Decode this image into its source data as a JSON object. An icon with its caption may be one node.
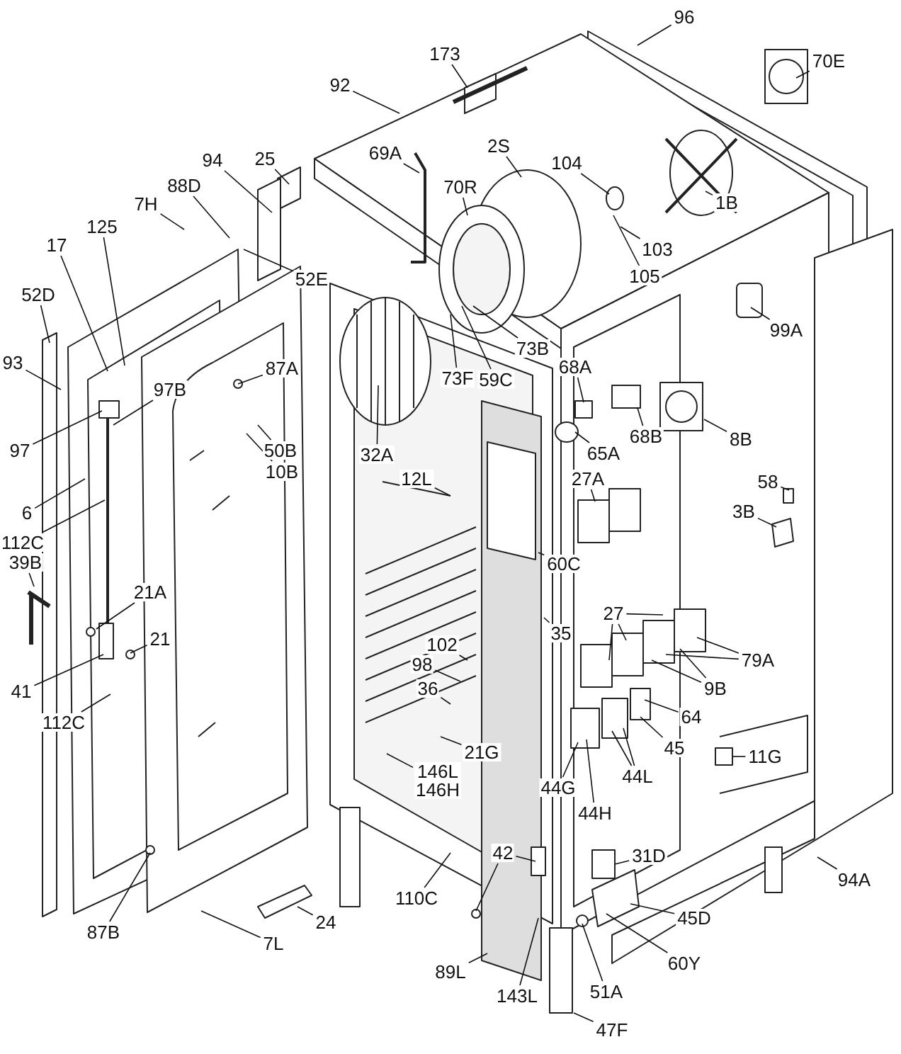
{
  "diagram": {
    "nodes": [
      {
        "text": [
          "96"
        ]
      },
      {
        "text": [
          "173"
        ]
      },
      {
        "text": [
          "70E"
        ]
      },
      {
        "text": [
          "92"
        ]
      },
      {
        "text": [
          "2S"
        ]
      },
      {
        "text": [
          "69A"
        ]
      },
      {
        "text": [
          "94"
        ]
      },
      {
        "text": [
          "25"
        ]
      },
      {
        "text": [
          "104"
        ]
      },
      {
        "text": [
          "70R"
        ]
      },
      {
        "text": [
          "88D"
        ]
      },
      {
        "text": [
          "1B"
        ]
      },
      {
        "text": [
          "7H"
        ]
      },
      {
        "text": [
          "125"
        ]
      },
      {
        "text": [
          "103"
        ]
      },
      {
        "text": [
          "17"
        ]
      },
      {
        "text": [
          "105"
        ]
      },
      {
        "text": [
          "52E"
        ]
      },
      {
        "text": [
          "52D"
        ]
      },
      {
        "text": [
          "99A"
        ]
      },
      {
        "text": [
          "73B"
        ]
      },
      {
        "text": [
          "93"
        ]
      },
      {
        "text": [
          "87A"
        ]
      },
      {
        "text": [
          "68A"
        ]
      },
      {
        "text": [
          "73F"
        ]
      },
      {
        "text": [
          "59C"
        ]
      },
      {
        "text": [
          "97B"
        ]
      },
      {
        "text": [
          "68B"
        ]
      },
      {
        "text": [
          "8B"
        ]
      },
      {
        "text": [
          "97"
        ]
      },
      {
        "text": [
          "50B"
        ]
      },
      {
        "text": [
          "65A"
        ]
      },
      {
        "text": [
          "32A"
        ]
      },
      {
        "text": [
          "10B"
        ]
      },
      {
        "text": [
          "12L"
        ]
      },
      {
        "text": [
          "27A"
        ]
      },
      {
        "text": [
          "58"
        ]
      },
      {
        "text": [
          "3B"
        ]
      },
      {
        "text": [
          "6"
        ]
      },
      {
        "text": [
          "112C"
        ]
      },
      {
        "text": [
          "39B"
        ]
      },
      {
        "text": [
          "60C"
        ]
      },
      {
        "text": [
          "21A"
        ]
      },
      {
        "text": [
          "27"
        ]
      },
      {
        "text": [
          "21"
        ]
      },
      {
        "text": [
          "35"
        ]
      },
      {
        "text": [
          "102"
        ]
      },
      {
        "text": [
          "98"
        ]
      },
      {
        "text": [
          "79A"
        ]
      },
      {
        "text": [
          "36"
        ]
      },
      {
        "text": [
          "41"
        ]
      },
      {
        "text": [
          "9B"
        ]
      },
      {
        "text": [
          "112C"
        ]
      },
      {
        "text": [
          "64"
        ]
      },
      {
        "text": [
          "21G"
        ]
      },
      {
        "text": [
          "11G"
        ]
      },
      {
        "text": [
          "45"
        ]
      },
      {
        "text": [
          "146L",
          "146H"
        ]
      },
      {
        "text": [
          "44L"
        ]
      },
      {
        "text": [
          "44G"
        ]
      },
      {
        "text": [
          "44H"
        ]
      },
      {
        "text": [
          "31D"
        ]
      },
      {
        "text": [
          "42"
        ]
      },
      {
        "text": [
          "94A"
        ]
      },
      {
        "text": [
          "45D"
        ]
      },
      {
        "text": [
          "110C"
        ]
      },
      {
        "text": [
          "24"
        ]
      },
      {
        "text": [
          "87B"
        ]
      },
      {
        "text": [
          "7L"
        ]
      },
      {
        "text": [
          "89L"
        ]
      },
      {
        "text": [
          "60Y"
        ]
      },
      {
        "text": [
          "51A"
        ]
      },
      {
        "text": [
          "143L"
        ]
      },
      {
        "text": [
          "47F"
        ]
      }
    ],
    "edges": [
      {
        "from": 0,
        "to": null,
        "arrow": "none"
      },
      {
        "from": 1,
        "to": null,
        "arrow": "none"
      },
      {
        "from": 2,
        "to": null,
        "arrow": "none"
      },
      {
        "from": 3,
        "to": null,
        "arrow": "none"
      },
      {
        "from": 4,
        "to": null,
        "arrow": "none"
      },
      {
        "from": 5,
        "to": null,
        "arrow": "none"
      },
      {
        "from": 6,
        "to": null,
        "arrow": "none"
      },
      {
        "from": 7,
        "to": null,
        "arrow": "none"
      },
      {
        "from": 8,
        "to": null,
        "arrow": "none"
      },
      {
        "from": 9,
        "to": null,
        "arrow": "none"
      },
      {
        "from": 10,
        "to": null,
        "arrow": "none"
      },
      {
        "from": 11,
        "to": null,
        "arrow": "none"
      },
      {
        "from": 12,
        "to": null,
        "arrow": "none"
      },
      {
        "from": 13,
        "to": null,
        "arrow": "none"
      },
      {
        "from": 14,
        "to": null,
        "arrow": "none"
      },
      {
        "from": 15,
        "to": null,
        "arrow": "none"
      },
      {
        "from": 16,
        "to": null,
        "arrow": "none"
      },
      {
        "from": 17,
        "to": null,
        "arrow": "none"
      },
      {
        "from": 18,
        "to": null,
        "arrow": "none"
      },
      {
        "from": 19,
        "to": null,
        "arrow": "none"
      },
      {
        "from": 20,
        "to": null,
        "arrow": "none"
      },
      {
        "from": 21,
        "to": null,
        "arrow": "none"
      },
      {
        "from": 22,
        "to": null,
        "arrow": "none"
      },
      {
        "from": 23,
        "to": null,
        "arrow": "none"
      },
      {
        "from": 24,
        "to": null,
        "arrow": "none"
      },
      {
        "from": 25,
        "to": null,
        "arrow": "none"
      },
      {
        "from": 26,
        "to": null,
        "arrow": "none"
      },
      {
        "from": 27,
        "to": null,
        "arrow": "none"
      },
      {
        "from": 28,
        "to": null,
        "arrow": "none"
      },
      {
        "from": 29,
        "to": null,
        "arrow": "none"
      },
      {
        "from": 30,
        "to": null,
        "arrow": "none"
      },
      {
        "from": 31,
        "to": null,
        "arrow": "none"
      },
      {
        "from": 32,
        "to": null,
        "arrow": "none"
      },
      {
        "from": 33,
        "to": null,
        "arrow": "none"
      },
      {
        "from": 34,
        "to": null,
        "arrow": "none"
      },
      {
        "from": 35,
        "to": null,
        "arrow": "none"
      },
      {
        "from": 36,
        "to": null,
        "arrow": "none"
      },
      {
        "from": 37,
        "to": null,
        "arrow": "none"
      },
      {
        "from": 38,
        "to": null,
        "arrow": "none"
      },
      {
        "from": 39,
        "to": null,
        "arrow": "none"
      },
      {
        "from": 40,
        "to": null,
        "arrow": "none"
      },
      {
        "from": 41,
        "to": null,
        "arrow": "none"
      },
      {
        "from": 42,
        "to": null,
        "arrow": "none"
      },
      {
        "from": 43,
        "to": null,
        "arrow": "none"
      },
      {
        "from": 43,
        "to": null,
        "arrow": "none"
      },
      {
        "from": 43,
        "to": null,
        "arrow": "none"
      },
      {
        "from": 44,
        "to": null,
        "arrow": "none"
      },
      {
        "from": 45,
        "to": null,
        "arrow": "none"
      },
      {
        "from": 46,
        "to": null,
        "arrow": "none"
      },
      {
        "from": 47,
        "to": null,
        "arrow": "none"
      },
      {
        "from": 48,
        "to": null,
        "arrow": "none"
      },
      {
        "from": 48,
        "to": null,
        "arrow": "none"
      },
      {
        "from": 49,
        "to": null,
        "arrow": "none"
      },
      {
        "from": 50,
        "to": null,
        "arrow": "none"
      },
      {
        "from": 51,
        "to": null,
        "arrow": "none"
      },
      {
        "from": 51,
        "to": null,
        "arrow": "none"
      },
      {
        "from": 52,
        "to": null,
        "arrow": "none"
      },
      {
        "from": 53,
        "to": null,
        "arrow": "none"
      },
      {
        "from": 54,
        "to": null,
        "arrow": "none"
      },
      {
        "from": 55,
        "to": null,
        "arrow": "none"
      },
      {
        "from": 56,
        "to": null,
        "arrow": "none"
      },
      {
        "from": 57,
        "to": null,
        "arrow": "none"
      },
      {
        "from": 58,
        "to": null,
        "arrow": "none"
      },
      {
        "from": 58,
        "to": null,
        "arrow": "none"
      },
      {
        "from": 59,
        "to": null,
        "arrow": "none"
      },
      {
        "from": 60,
        "to": null,
        "arrow": "none"
      },
      {
        "from": 61,
        "to": null,
        "arrow": "none"
      },
      {
        "from": 62,
        "to": null,
        "arrow": "none"
      },
      {
        "from": 62,
        "to": null,
        "arrow": "none"
      },
      {
        "from": 63,
        "to": null,
        "arrow": "none"
      },
      {
        "from": 64,
        "to": null,
        "arrow": "none"
      },
      {
        "from": 65,
        "to": null,
        "arrow": "none"
      },
      {
        "from": 66,
        "to": null,
        "arrow": "none"
      },
      {
        "from": 67,
        "to": null,
        "arrow": "none"
      },
      {
        "from": 68,
        "to": null,
        "arrow": "none"
      },
      {
        "from": 69,
        "to": null,
        "arrow": "none"
      },
      {
        "from": 70,
        "to": null,
        "arrow": "none"
      },
      {
        "from": 71,
        "to": null,
        "arrow": "none"
      },
      {
        "from": 72,
        "to": null,
        "arrow": "none"
      },
      {
        "from": 73,
        "to": null,
        "arrow": "none"
      }
    ]
  }
}
